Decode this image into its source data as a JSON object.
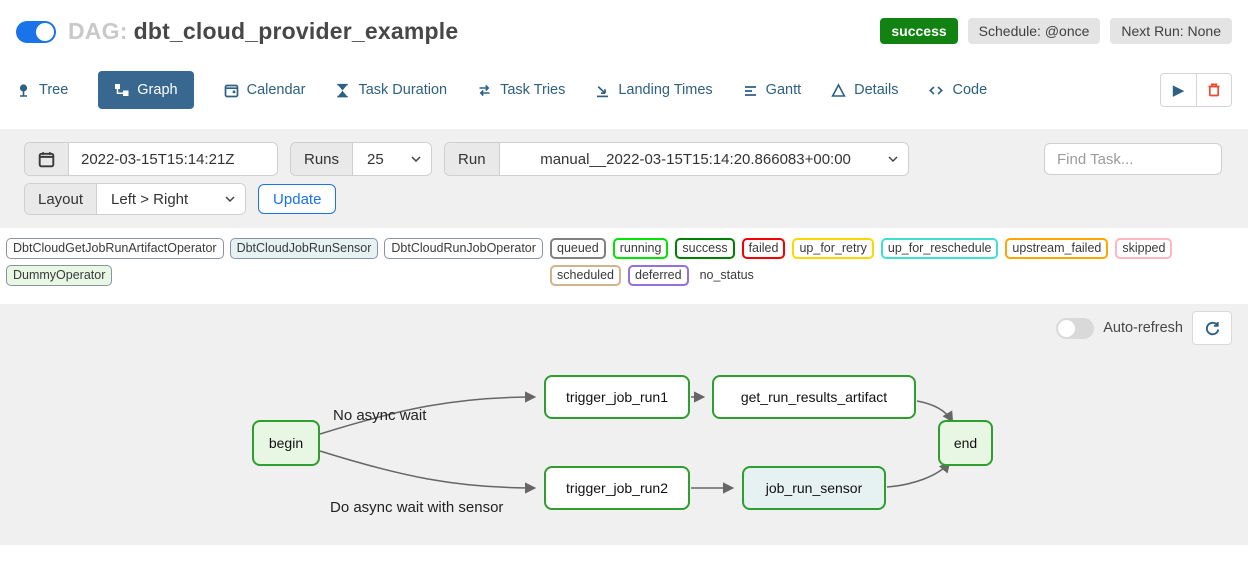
{
  "header": {
    "dag_toggle_state": "on",
    "dag_prefix": "DAG:",
    "dag_id": "dbt_cloud_provider_example",
    "status_badge": "success",
    "schedule_badge": "Schedule: @once",
    "next_run_badge": "Next Run: None"
  },
  "tabs": [
    {
      "label": "Tree",
      "icon": "tree-icon",
      "active": false
    },
    {
      "label": "Graph",
      "icon": "graph-icon",
      "active": true
    },
    {
      "label": "Calendar",
      "icon": "calendar-icon",
      "active": false
    },
    {
      "label": "Task Duration",
      "icon": "hourglass-icon",
      "active": false
    },
    {
      "label": "Task Tries",
      "icon": "repeat-icon",
      "active": false
    },
    {
      "label": "Landing Times",
      "icon": "plane-landing-icon",
      "active": false
    },
    {
      "label": "Gantt",
      "icon": "gantt-icon",
      "active": false
    },
    {
      "label": "Details",
      "icon": "triangle-icon",
      "active": false
    },
    {
      "label": "Code",
      "icon": "code-icon",
      "active": false
    }
  ],
  "toolbar": {
    "play_glyph": "▶",
    "trash_icon": "trash-icon"
  },
  "filters": {
    "date_value": "2022-03-15T15:14:21Z",
    "runs_label": "Runs",
    "runs_value": "25",
    "run_label": "Run",
    "run_value": "manual__2022-03-15T15:14:20.866083+00:00",
    "find_task_placeholder": "Find Task...",
    "layout_label": "Layout",
    "layout_value": "Left > Right",
    "update_label": "Update"
  },
  "legend": {
    "operators": [
      {
        "label": "DbtCloudGetJobRunArtifactOperator",
        "fill": "#ffffff"
      },
      {
        "label": "DbtCloudJobRunSensor",
        "fill": "#e6f1f2"
      },
      {
        "label": "DbtCloudRunJobOperator",
        "fill": "#ffffff"
      },
      {
        "label": "DummyOperator",
        "fill": "#e8f7e4"
      }
    ],
    "statuses": [
      {
        "label": "queued",
        "color": "#808080"
      },
      {
        "label": "running",
        "color": "#00e400"
      },
      {
        "label": "success",
        "color": "#008000"
      },
      {
        "label": "failed",
        "color": "#f40000"
      },
      {
        "label": "up_for_retry",
        "color": "#ffd700"
      },
      {
        "label": "up_for_reschedule",
        "color": "#40e0d0"
      },
      {
        "label": "upstream_failed",
        "color": "#ffa500"
      },
      {
        "label": "skipped",
        "color": "#ffb6c1"
      },
      {
        "label": "scheduled",
        "color": "#d2b48c"
      },
      {
        "label": "deferred",
        "color": "#9370db"
      }
    ],
    "no_status_label": "no_status"
  },
  "graph": {
    "auto_refresh_label": "Auto-refresh",
    "auto_refresh_state": "off",
    "nodes": [
      {
        "label": "begin",
        "fill": "#e8f7e4",
        "border": "#2e9e2e"
      },
      {
        "label": "trigger_job_run1",
        "fill": "#ffffff",
        "border": "#2e9e2e"
      },
      {
        "label": "get_run_results_artifact",
        "fill": "#ffffff",
        "border": "#2e9e2e"
      },
      {
        "label": "end",
        "fill": "#e8f7e4",
        "border": "#2e9e2e"
      },
      {
        "label": "trigger_job_run2",
        "fill": "#ffffff",
        "border": "#2e9e2e"
      },
      {
        "label": "job_run_sensor",
        "fill": "#e6f1f2",
        "border": "#2e9e2e"
      }
    ],
    "edges": [
      {
        "from": "begin",
        "to": "trigger_job_run1",
        "label": "No async wait"
      },
      {
        "from": "trigger_job_run1",
        "to": "get_run_results_artifact",
        "label": ""
      },
      {
        "from": "get_run_results_artifact",
        "to": "end",
        "label": ""
      },
      {
        "from": "begin",
        "to": "trigger_job_run2",
        "label": "Do async wait with sensor"
      },
      {
        "from": "trigger_job_run2",
        "to": "job_run_sensor",
        "label": ""
      },
      {
        "from": "job_run_sensor",
        "to": "end",
        "label": ""
      }
    ]
  },
  "colors": {
    "accent_blue": "#1a73e8",
    "tab_active_bg": "#38678f",
    "tab_text": "#2d6083",
    "success_badge_bg": "#128312",
    "node_border_success": "#2e9e2e",
    "panel_bg": "#f0f0f0",
    "edge": "#666666",
    "trash_red": "#ea4a2e"
  }
}
